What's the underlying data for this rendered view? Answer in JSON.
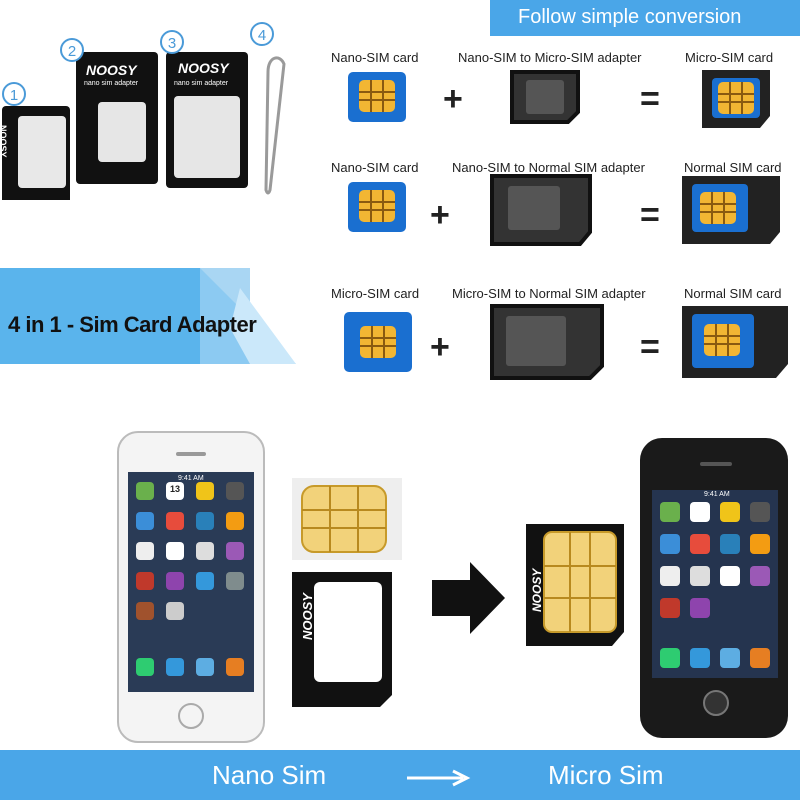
{
  "header": {
    "follow_text": "Follow simple conversion"
  },
  "adapters": {
    "badges": [
      "1",
      "2",
      "3",
      "4"
    ],
    "brand": "NOOSY",
    "subtitle": "nano sim adapter"
  },
  "banner": {
    "text": "4 in 1 - Sim Card Adapter"
  },
  "conversions": [
    {
      "a": "Nano-SIM card",
      "b": "Nano-SIM to Micro-SIM adapter",
      "c": "Micro-SIM card"
    },
    {
      "a": "Nano-SIM card",
      "b": "Nano-SIM to Normal SIM adapter",
      "c": "Normal SIM card"
    },
    {
      "a": "Micro-SIM card",
      "b": "Micro-SIM to Normal SIM adapter",
      "c": "Normal SIM card"
    }
  ],
  "operators": {
    "plus": "+",
    "equals": "="
  },
  "phones": {
    "time": "9:41 AM",
    "calendar_day": "13"
  },
  "footer": {
    "left": "Nano Sim",
    "right": "Micro Sim"
  },
  "colors": {
    "accent": "#4aa6e8",
    "sim_blue": "#1a6fd0",
    "gold": "#f2b633"
  }
}
